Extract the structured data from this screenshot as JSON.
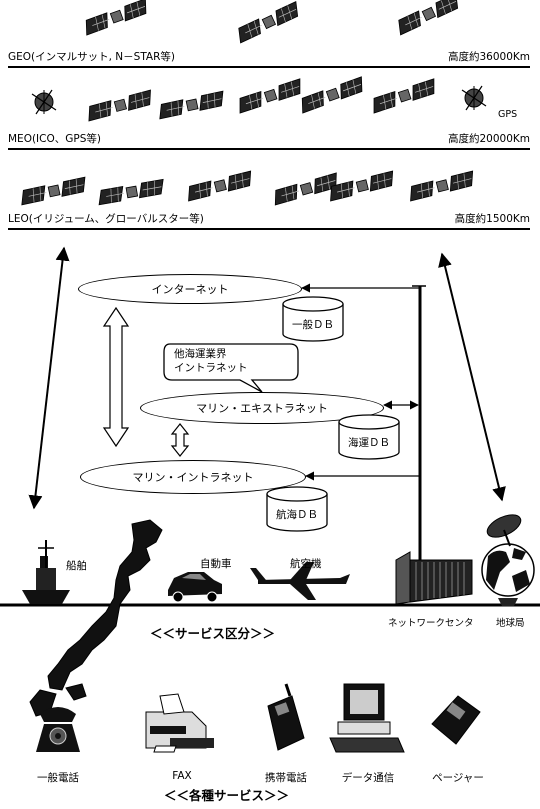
{
  "orbits": {
    "geo": {
      "label": "GEO(インマルサット, N－STAR等)",
      "altitude": "高度約36000Km"
    },
    "meo": {
      "label": "MEO(ICO、GPS等)",
      "altitude": "高度約20000Km",
      "gps_label": "GPS"
    },
    "leo": {
      "label": "LEO(イリジューム、グローバルスター等)",
      "altitude": "高度約1500Km"
    }
  },
  "networks": {
    "internet": "インターネット",
    "general_db": "一般ＤＢ",
    "callout": [
      "他海運業界",
      "イントラネット"
    ],
    "extranet": "マリン・エキストラネット",
    "shipping_db": "海運ＤＢ",
    "intranet": "マリン・イントラネット",
    "navigation_db": "航海ＤＢ"
  },
  "service_area": {
    "ship": "船舶",
    "car": "自動車",
    "plane": "航空機",
    "network_center": "ネットワークセンタ",
    "earth_station": "地球局",
    "heading": "＜＜サービス区分＞＞"
  },
  "services": {
    "items": [
      "一般電話",
      "FAX",
      "携帯電話",
      "データ通信",
      "ページャー"
    ],
    "heading": "＜＜各種サービス＞＞"
  }
}
